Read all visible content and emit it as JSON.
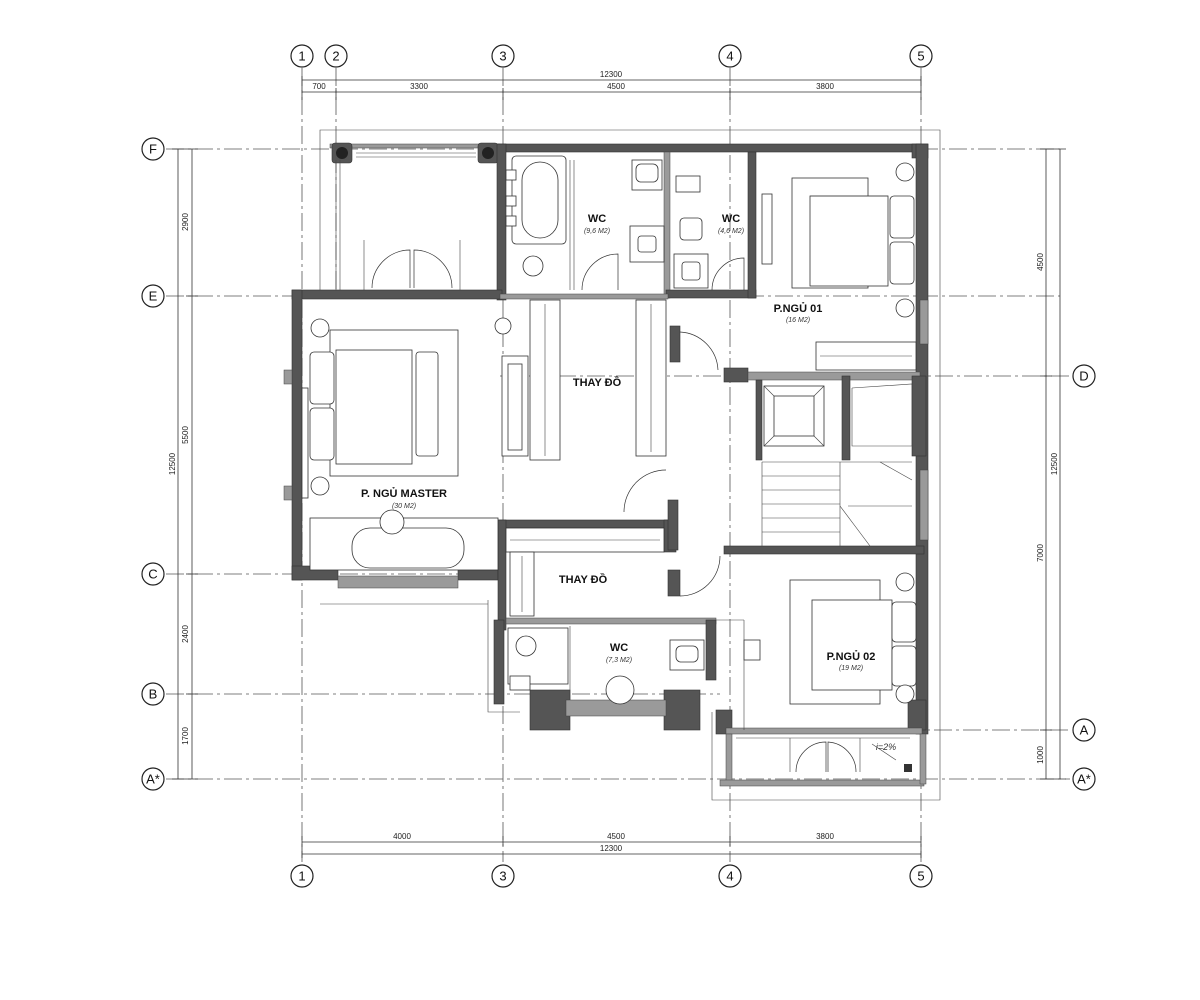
{
  "grid": {
    "columns_top": [
      "1",
      "2",
      "3",
      "4",
      "5"
    ],
    "columns_bottom": [
      "1",
      "3",
      "4",
      "5"
    ],
    "rows_left": [
      "F",
      "E",
      "C",
      "B",
      "A*"
    ],
    "rows_right": [
      "D",
      "A",
      "A*"
    ]
  },
  "dimensions": {
    "top_total": "12300",
    "top_segments": [
      "700",
      "3300",
      "4500",
      "3800"
    ],
    "bottom_segments": [
      "4000",
      "4500",
      "3800"
    ],
    "bottom_total": "12300",
    "left_segments": [
      "2900",
      "5500",
      "2400",
      "1700"
    ],
    "left_total": "12500",
    "right_segments": [
      "4500",
      "7000",
      "1000"
    ],
    "right_total": "12500"
  },
  "rooms": {
    "wc1": {
      "name": "WC",
      "area": "(9,6 M2)"
    },
    "wc2": {
      "name": "WC",
      "area": "(4,6 M2)"
    },
    "bed1": {
      "name": "P.NGỦ 01",
      "area": "(16 M2)"
    },
    "dress1": {
      "name": "THAY ĐỒ"
    },
    "master": {
      "name": "P. NGỦ MASTER",
      "area": "(30 M2)"
    },
    "dress2": {
      "name": "THAY ĐỒ"
    },
    "wc3": {
      "name": "WC",
      "area": "(7,3 M2)"
    },
    "bed2": {
      "name": "P.NGỦ 02",
      "area": "(19 M2)"
    },
    "slope": "i=2%"
  }
}
